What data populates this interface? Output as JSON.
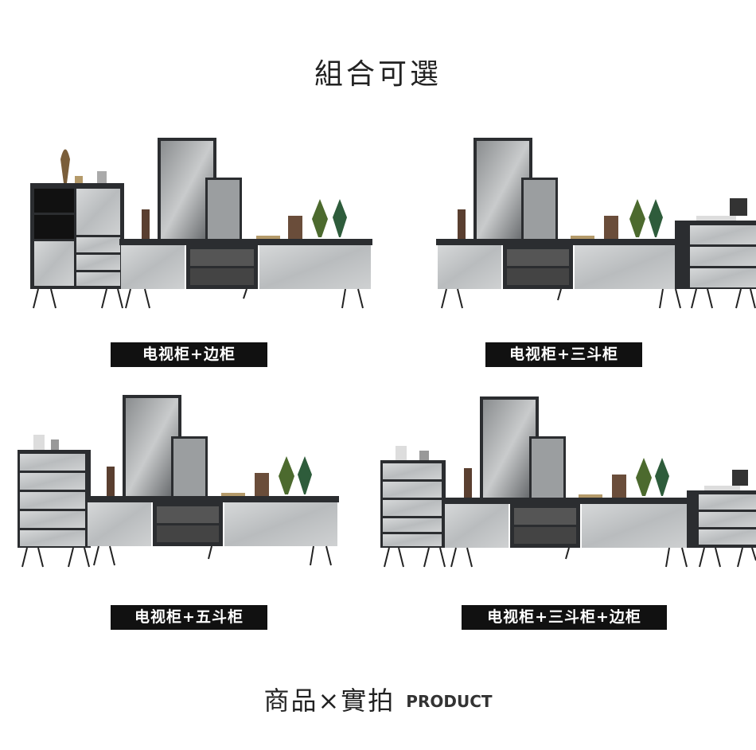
{
  "page_title": "組合可選",
  "combos": [
    {
      "label": "电视柜+边柜"
    },
    {
      "label": "电视柜+三斗柜"
    },
    {
      "label": "电视柜+五斗柜"
    },
    {
      "label": "电视柜+三斗柜+边柜"
    }
  ],
  "footer": {
    "chinese": "商品×實拍",
    "english": "PRODUCT"
  },
  "colors": {
    "frame": "#2b2d30",
    "marble": "#c9cbcc",
    "label_bg": "#111111"
  }
}
